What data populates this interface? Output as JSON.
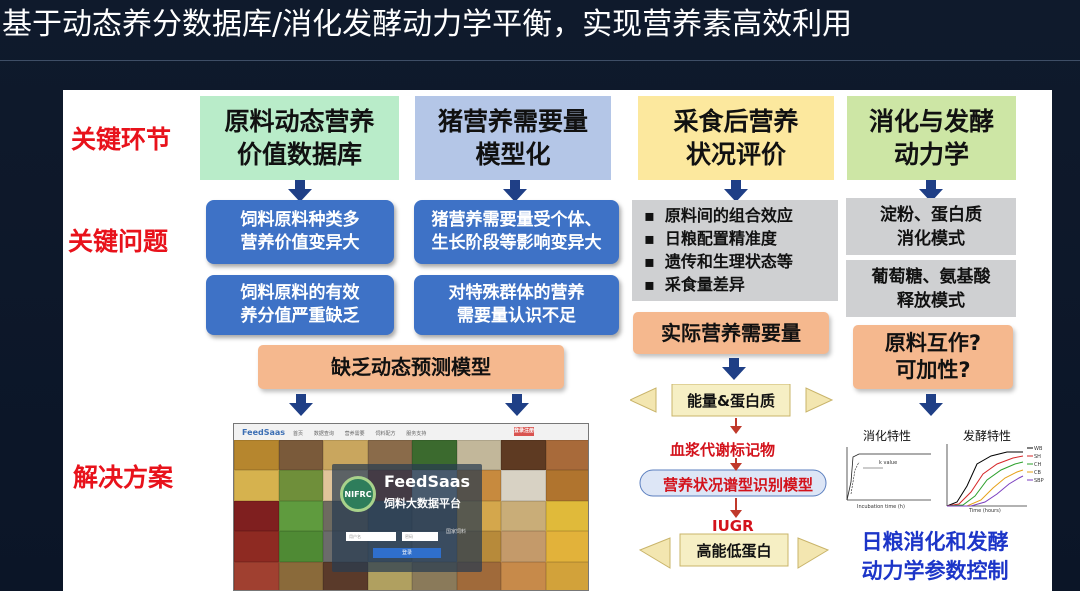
{
  "slide": {
    "title": "基于动态养分数据库/消化发酵动力学平衡，实现营养素高效利用"
  },
  "row_labels": {
    "key_link": "关键环节",
    "key_problem": "关键问题",
    "solution": "解决方案"
  },
  "columns": {
    "col1": {
      "header_line1": "原料动态营养",
      "header_line2": "价值数据库",
      "problem1_line1": "饲料原料种类多",
      "problem1_line2": "营养价值变异大",
      "problem2_line1": "饲料原料的有效",
      "problem2_line2": "养分值严重缺乏"
    },
    "col2": {
      "header_line1": "猪营养需要量",
      "header_line2": "模型化",
      "problem1_line1": "猪营养需要量受个体、",
      "problem1_line2": "生长阶段等影响变异大",
      "problem2_line1": "对特殊群体的营养",
      "problem2_line2": "需要量认识不足"
    },
    "shared_problem": "缺乏动态预测模型",
    "col3": {
      "header_line1": "采食后营养",
      "header_line2": "状况评价",
      "bullets": [
        "原料间的组合效应",
        "日粮配置精准度",
        "遗传和生理状态等",
        "采食量差异"
      ],
      "result": "实际营养需要量",
      "flow": {
        "top_ribbon": "能量&蛋白质",
        "step1": "血浆代谢标记物",
        "step2": "营养状况谱型识别模型",
        "step3": "IUGR",
        "bottom_ribbon": "高能低蛋白"
      }
    },
    "col4": {
      "header_line1": "消化与发酵",
      "header_line2": "动力学",
      "gray1_line1": "淀粉、蛋白质",
      "gray1_line2": "消化模式",
      "gray2_line1": "葡萄糖、氨基酸",
      "gray2_line2": "释放模式",
      "question_line1": "原料互作?",
      "question_line2": "可加性?",
      "chart1_title": "消化特性",
      "chart2_title": "发酵特性",
      "chart1_k_label": "k value",
      "chart1_xlabel": "Incubation time (h)",
      "chart2_xlabel": "Time (hours)",
      "chart2_legend": [
        "WB",
        "SH",
        "CH",
        "CB",
        "SBP"
      ],
      "conclusion_line1": "日粮消化和发酵",
      "conclusion_line2": "动力学参数控制"
    }
  },
  "website": {
    "logo_text": "FeedSaas",
    "nav": [
      "首页",
      "数据查询",
      "营养需要",
      "饲料配方",
      "服务支持"
    ],
    "top_button": "登录注册",
    "brand": "FeedSaas",
    "subtitle": "饲料大数据平台",
    "field1": "用户名",
    "field2": "密码",
    "submit": "登录",
    "seal_text": "NIFRC",
    "corner_text": "国家饲料"
  },
  "colors": {
    "header_green": "#b9ecc9",
    "header_blue": "#b4c6e7",
    "header_yellow": "#fce89e",
    "header_olive": "#cde6a5",
    "problem_blue": "#3e72c6",
    "label_red": "#e8121b",
    "arrow_navy": "#1f3f86",
    "peach": "#f5b88e",
    "conclusion_blue": "#1c35c8"
  }
}
